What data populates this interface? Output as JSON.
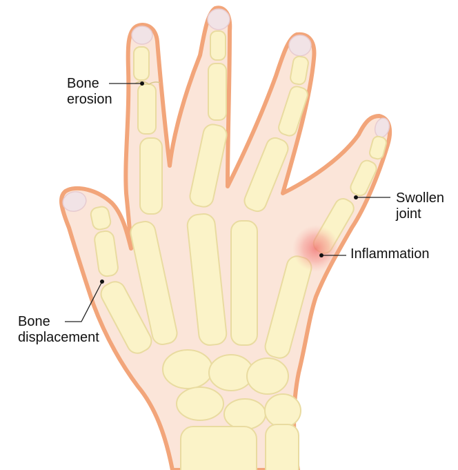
{
  "colors": {
    "background": "#ffffff",
    "skin_outline": "#f2a57a",
    "skin_fill": "#fbe5d9",
    "bone_fill": "#fbf3c8",
    "bone_edge": "#e9dba0",
    "nail": "#f1e3e6",
    "inflammation": "#f06c6c",
    "leader_line": "#222222"
  },
  "labels": {
    "bone_erosion": {
      "line1": "Bone",
      "line2": "erosion"
    },
    "swollen_joint": {
      "line1": "Swollen",
      "line2": "joint"
    },
    "inflammation": {
      "line1": "Inflammation"
    },
    "bone_displacement": {
      "line1": "Bone",
      "line2": "displacement"
    }
  },
  "icons": {
    "hand": "hand-skeleton-icon",
    "marker": "dot-marker-icon"
  }
}
